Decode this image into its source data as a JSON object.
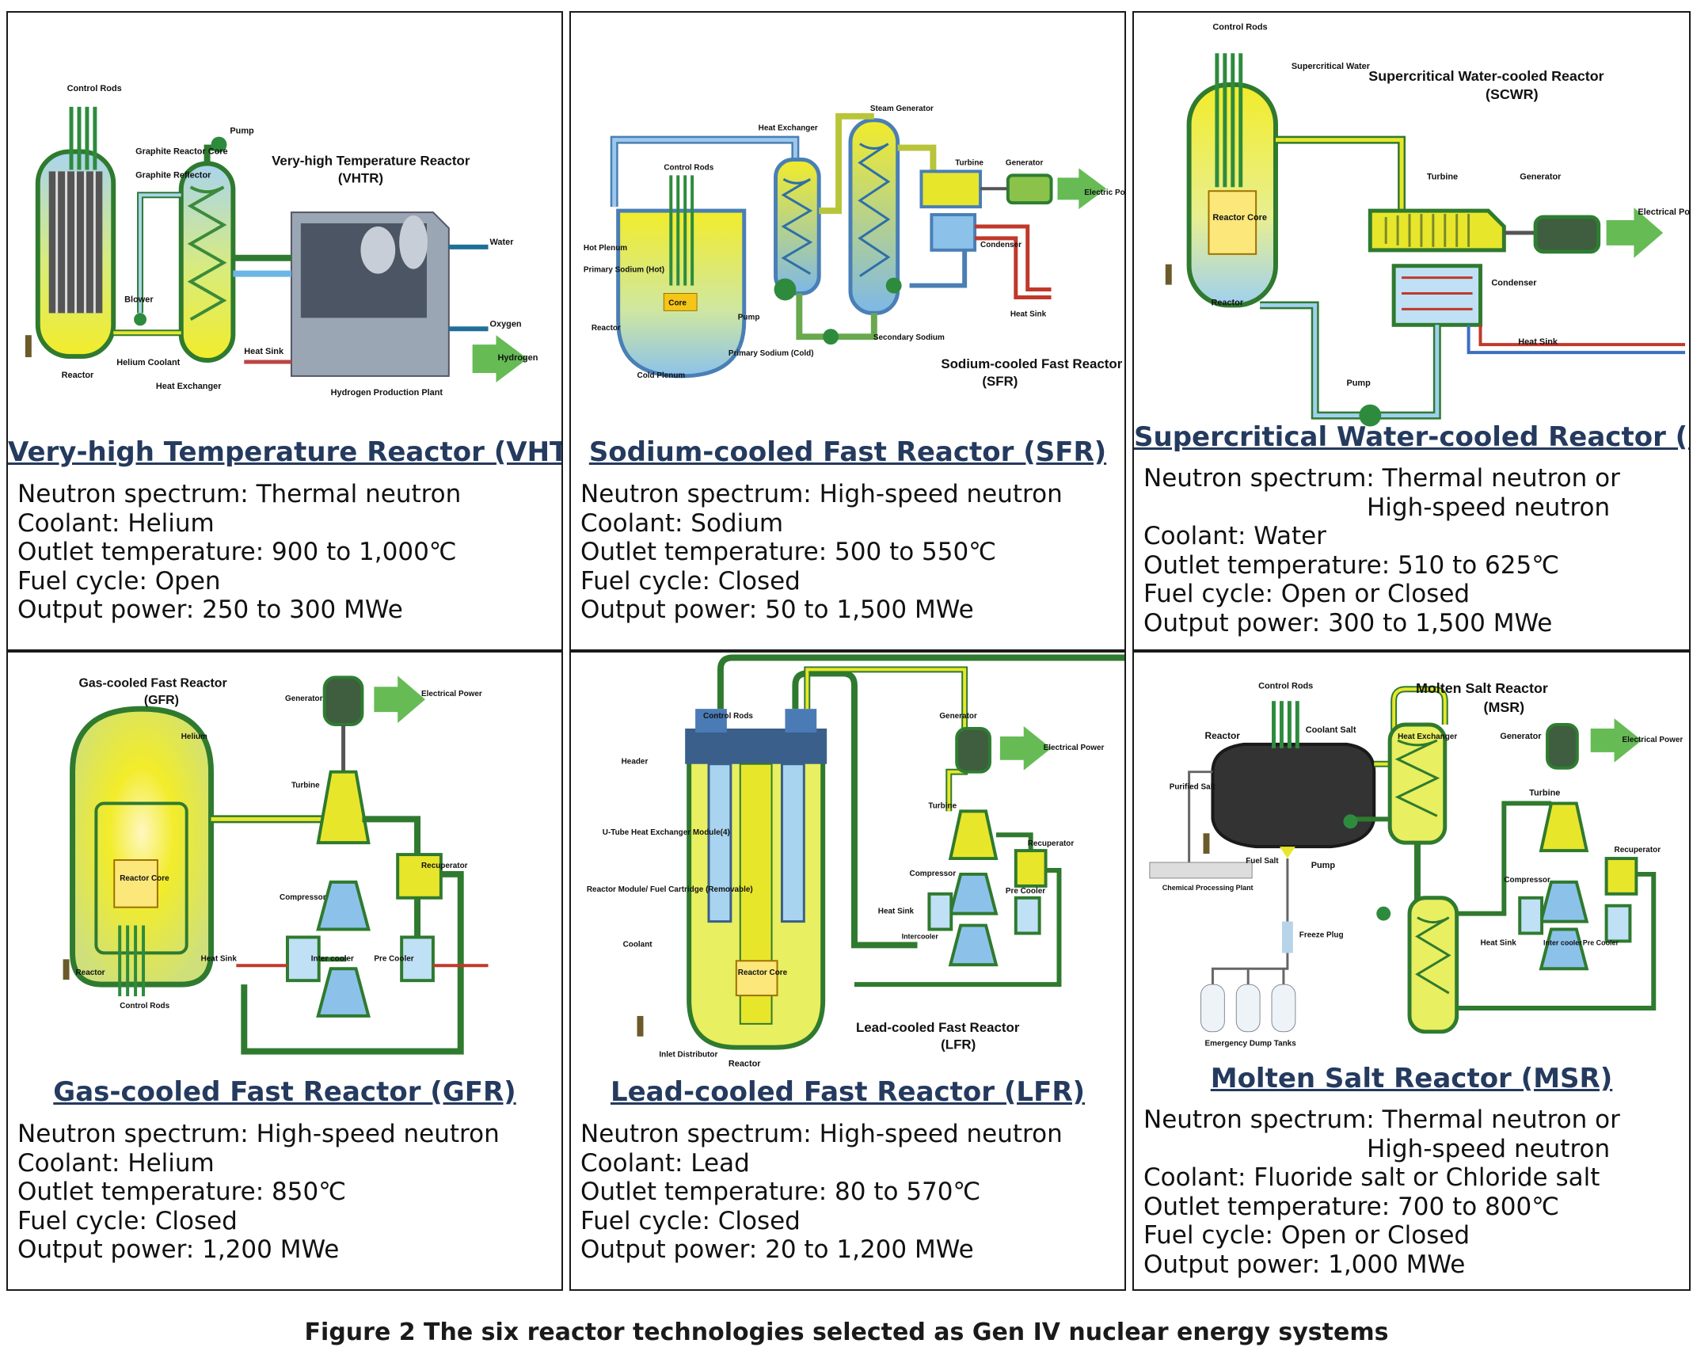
{
  "caption": "Figure 2 The six reactor technologies selected as Gen IV nuclear energy systems",
  "reactors": [
    {
      "heading": "Very-high Temperature Reactor (VHTR)",
      "diagram_title": "Very-high Temperature Reactor",
      "diagram_abbr": "(VHTR)",
      "labels": {
        "control_rods": "Control Rods",
        "graphite_core": "Graphite Reactor Core",
        "graphite_reflector": "Graphite Reflector",
        "pump": "Pump",
        "water": "Water",
        "blower": "Blower",
        "oxygen": "Oxygen",
        "hydrogen": "Hydrogen",
        "heat_sink": "Heat Sink",
        "helium": "Helium Coolant",
        "reactor": "Reactor",
        "heat_exchanger": "Heat Exchanger",
        "plant": "Hydrogen Production Plant"
      },
      "specs": {
        "spectrum": "Neutron spectrum: Thermal neutron",
        "spectrum2": "",
        "coolant": "Coolant: Helium",
        "outlet": "Outlet temperature: 900 to 1,000℃",
        "fuel": "Fuel cycle: Open",
        "power": "Output power: 250 to 300 MWe"
      }
    },
    {
      "heading": "Sodium-cooled Fast Reactor (SFR)",
      "diagram_title": "Sodium-cooled Fast Reactor",
      "diagram_abbr": "(SFR)",
      "labels": {
        "heat_exchanger": "Heat Exchanger",
        "steam_generator": "Steam Generator",
        "control_rods": "Control Rods",
        "turbine": "Turbine",
        "generator": "Generator",
        "electric": "Electric Power",
        "hot_plenum": "Hot Plenum",
        "primary_hot": "Primary Sodium (Hot)",
        "condenser": "Condenser",
        "core": "Core",
        "reactor": "Reactor",
        "pump": "Pump",
        "heat_sink": "Heat Sink",
        "secondary": "Secondary Sodium",
        "primary_cold": "Primary Sodium (Cold)",
        "cold_plenum": "Cold Plenum"
      },
      "specs": {
        "spectrum": "Neutron spectrum: High-speed neutron",
        "spectrum2": "",
        "coolant": "Coolant: Sodium",
        "outlet": "Outlet temperature: 500 to 550℃",
        "fuel": "Fuel cycle: Closed",
        "power": "Output power: 50 to 1,500 MWe"
      }
    },
    {
      "heading": "Supercritical Water-cooled Reactor (SCWR)",
      "diagram_title": "Supercritical Water-cooled Reactor",
      "diagram_abbr": "(SCWR)",
      "labels": {
        "control_rods": "Control Rods",
        "water": "Supercritical Water",
        "turbine": "Turbine",
        "generator": "Generator",
        "electrical": "Electrical Power",
        "core": "Reactor Core",
        "condenser": "Condenser",
        "reactor": "Reactor",
        "heat_sink": "Heat Sink",
        "pump": "Pump"
      },
      "specs": {
        "spectrum": "Neutron spectrum: Thermal neutron or",
        "spectrum2": "High-speed neutron",
        "coolant": "Coolant: Water",
        "outlet": "Outlet temperature: 510 to 625℃",
        "fuel": "Fuel cycle: Open or Closed",
        "power": "Output power: 300 to 1,500 MWe"
      }
    },
    {
      "heading": "Gas-cooled Fast Reactor (GFR)",
      "diagram_title": "Gas-cooled Fast Reactor",
      "diagram_abbr": "(GFR)",
      "labels": {
        "generator": "Generator",
        "electrical": "Electrical Power",
        "helium": "Helium",
        "turbine": "Turbine",
        "recuperator": "Recuperator",
        "core": "Reactor Core",
        "compressor": "Compressor",
        "heat_sink": "Heat Sink",
        "intercooler": "Inter cooler",
        "precooler": "Pre Cooler",
        "reactor": "Reactor",
        "control_rods": "Control Rods"
      },
      "specs": {
        "spectrum": "Neutron spectrum: High-speed neutron",
        "spectrum2": "",
        "coolant": "Coolant: Helium",
        "outlet": "Outlet temperature: 850℃",
        "fuel": "Fuel cycle: Closed",
        "power": "Output power: 1,200 MWe"
      }
    },
    {
      "heading": "Lead-cooled Fast Reactor (LFR)",
      "diagram_title": "Lead-cooled Fast Reactor",
      "diagram_abbr": "(LFR)",
      "labels": {
        "control_rods": "Control Rods",
        "generator": "Generator",
        "electrical": "Electrical Power",
        "header": "Header",
        "turbine": "Turbine",
        "utube": "U-Tube Heat Exchanger Module(4)",
        "recuperator": "Recuperator",
        "module": "Reactor Module/ Fuel Cartridge (Removable)",
        "compressor": "Compressor",
        "heat_sink": "Heat Sink",
        "precooler": "Pre Cooler",
        "intercooler": "Intercooler",
        "coolant": "Coolant",
        "core": "Reactor Core",
        "inlet": "Inlet Distributor",
        "reactor": "Reactor"
      },
      "specs": {
        "spectrum": "Neutron spectrum: High-speed neutron",
        "spectrum2": "",
        "coolant": "Coolant: Lead",
        "outlet": "Outlet temperature: 80 to 570℃",
        "fuel": "Fuel cycle: Closed",
        "power": "Output power: 20 to 1,200 MWe"
      }
    },
    {
      "heading": "Molten Salt Reactor (MSR)",
      "diagram_title": "Molten Salt Reactor",
      "diagram_abbr": "(MSR)",
      "labels": {
        "control_rods": "Control Rods",
        "reactor": "Reactor",
        "coolant_salt": "Coolant Salt",
        "heat_exchanger": "Heat Exchanger",
        "generator": "Generator",
        "electrical": "Electrical Power",
        "purified": "Purified Salt",
        "turbine": "Turbine",
        "fuel_salt": "Fuel Salt",
        "pump": "Pump",
        "recuperator": "Recuperator",
        "chemical": "Chemical Processing Plant",
        "compressor": "Compressor",
        "freeze": "Freeze Plug",
        "heat_sink": "Heat Sink",
        "intercooler": "Inter cooler",
        "precooler": "Pre Cooler",
        "dump": "Emergency Dump Tanks"
      },
      "specs": {
        "spectrum": "Neutron spectrum: Thermal neutron or",
        "spectrum2": "High-speed neutron",
        "coolant": "Coolant: Fluoride salt or Chloride salt",
        "outlet": "Outlet temperature: 700 to 800℃",
        "fuel": "Fuel cycle: Open or Closed",
        "power": "Output power: 1,000 MWe"
      }
    }
  ]
}
